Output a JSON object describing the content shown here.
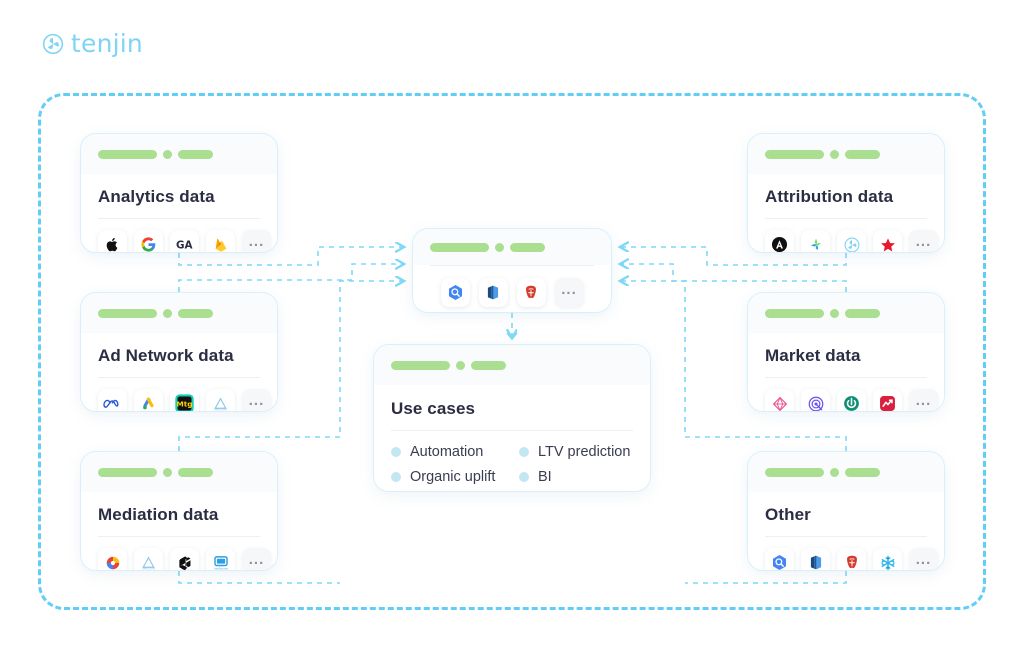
{
  "brand": {
    "name": "tenjin",
    "logo_icon": "tenjin-propeller-icon",
    "color": "#7fd4f5"
  },
  "colors": {
    "boundary_dash": "#62cdf5",
    "connector": "#7fd8f7",
    "placeholder_green": "#aadf91",
    "bullet_blue": "#c3e6f3",
    "title_text": "#2b2d42"
  },
  "boundary": {
    "style": "dashed",
    "label": ""
  },
  "cards": {
    "analytics": {
      "title": "Analytics data",
      "placeholder": [
        "long",
        "dot",
        "mid"
      ],
      "icons": [
        "apple-icon",
        "google-icon",
        "google-analytics-icon",
        "firebase-icon",
        "more-ellipsis-icon"
      ],
      "more_label": "..."
    },
    "adnetwork": {
      "title": "Ad Network data",
      "placeholder": [
        "long",
        "dot",
        "mid"
      ],
      "icons": [
        "meta-icon",
        "google-ads-icon",
        "mintegral-icon",
        "applovin-icon",
        "more-ellipsis-icon"
      ],
      "more_label": "..."
    },
    "mediation": {
      "title": "Mediation data",
      "placeholder": [
        "long",
        "dot",
        "mid"
      ],
      "icons": [
        "admob-icon",
        "applovin-icon",
        "unity-icon",
        "ironsource-icon",
        "more-ellipsis-icon"
      ],
      "more_label": "..."
    },
    "attribution": {
      "title": "Attribution data",
      "placeholder": [
        "long",
        "dot",
        "mid"
      ],
      "icons": [
        "appsflyer-icon",
        "adjust-icon",
        "tenjin-icon",
        "kochava-star-icon",
        "more-ellipsis-icon"
      ],
      "more_label": "..."
    },
    "market": {
      "title": "Market data",
      "placeholder": [
        "long",
        "dot",
        "mid"
      ],
      "icons": [
        "sensortower-icon",
        "appmagic-icon",
        "dataai-icon",
        "appfigures-icon",
        "more-ellipsis-icon"
      ],
      "more_label": "..."
    },
    "other": {
      "title": "Other",
      "placeholder": [
        "long",
        "dot",
        "mid"
      ],
      "icons": [
        "bigquery-icon",
        "redshift-icon",
        "postgresql-icon",
        "snowflake-icon",
        "more-ellipsis-icon"
      ],
      "more_label": "..."
    },
    "hub": {
      "title": "",
      "placeholder": [
        "long",
        "dot",
        "mid"
      ],
      "icons": [
        "bigquery-icon",
        "redshift-icon",
        "postgresql-icon",
        "more-ellipsis-icon"
      ],
      "more_label": "..."
    },
    "usecases": {
      "title": "Use cases",
      "placeholder": [
        "long",
        "dot",
        "mid"
      ],
      "items": [
        {
          "label": "Automation"
        },
        {
          "label": "LTV prediction"
        },
        {
          "label": "Organic uplift"
        },
        {
          "label": "BI"
        }
      ]
    }
  }
}
